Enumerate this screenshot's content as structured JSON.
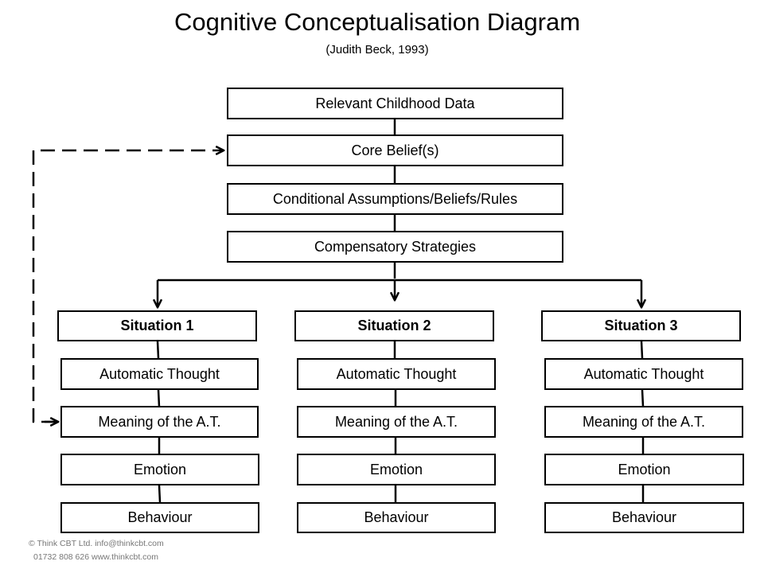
{
  "title": "Cognitive Conceptualisation Diagram",
  "subtitle": "(Judith Beck, 1993)",
  "top_boxes": [
    {
      "id": "childhood",
      "label": "Relevant Childhood Data"
    },
    {
      "id": "core",
      "label": "Core Belief(s)"
    },
    {
      "id": "conditional",
      "label": "Conditional Assumptions/Beliefs/Rules"
    },
    {
      "id": "compensatory",
      "label": "Compensatory Strategies"
    }
  ],
  "columns": [
    {
      "situation": "Situation 1",
      "automatic_thought": "Automatic Thought",
      "meaning": "Meaning of the A.T.",
      "emotion": "Emotion",
      "behaviour": "Behaviour"
    },
    {
      "situation": "Situation 2",
      "automatic_thought": "Automatic Thought",
      "meaning": "Meaning of the A.T.",
      "emotion": "Emotion",
      "behaviour": "Behaviour"
    },
    {
      "situation": "Situation 3",
      "automatic_thought": "Automatic Thought",
      "meaning": "Meaning of the A.T.",
      "emotion": "Emotion",
      "behaviour": "Behaviour"
    }
  ],
  "footer": {
    "line1": "© Think CBT Ltd. info@thinkcbt.com",
    "line2": "01732 808 626 www.thinkcbt.com"
  }
}
